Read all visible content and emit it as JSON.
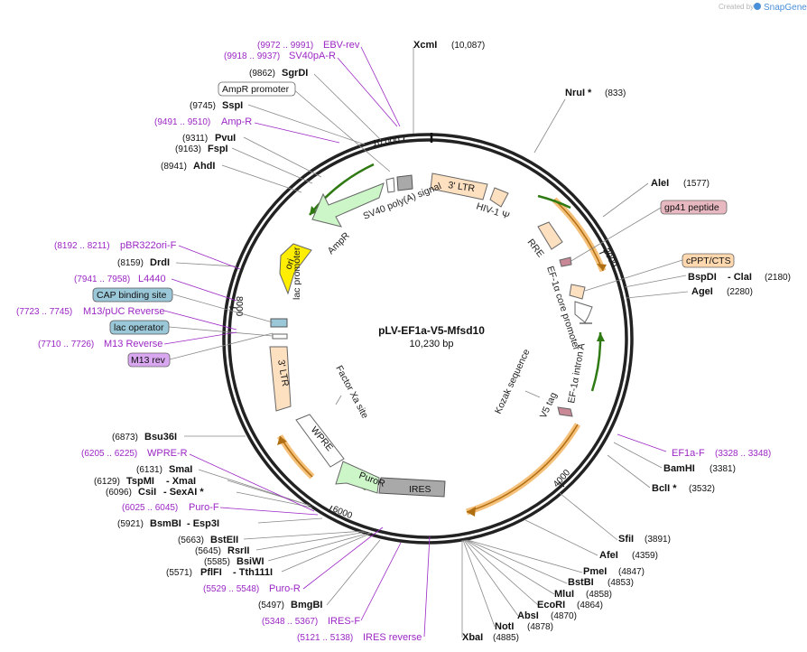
{
  "app": {
    "credit_prefix": "Created by",
    "brand": "SnapGene"
  },
  "plasmid": {
    "name": "pLV-EF1a-V5-Mfsd10",
    "size_label": "10,230 bp"
  },
  "ticks": [
    {
      "label": "10,000"
    },
    {
      "label": "2000"
    },
    {
      "label": "4000"
    },
    {
      "label": "6000"
    },
    {
      "label": "8000"
    }
  ],
  "sites": [
    {
      "name": "XcmI",
      "pos": "(10,087)"
    },
    {
      "name": "NruI *",
      "pos": "(833)"
    },
    {
      "name": "AleI",
      "pos": "(1577)"
    },
    {
      "name": "BspDI",
      "name2": "- ClaI",
      "pos": "(2180)"
    },
    {
      "name": "AgeI",
      "pos": "(2280)"
    },
    {
      "name": "BamHI",
      "pos": "(3381)"
    },
    {
      "name": "BclI *",
      "pos": "(3532)"
    },
    {
      "name": "SfiI",
      "pos": "(3891)"
    },
    {
      "name": "AfeI",
      "pos": "(4359)"
    },
    {
      "name": "PmeI",
      "pos": "(4847)"
    },
    {
      "name": "BstBI",
      "pos": "(4853)"
    },
    {
      "name": "MluI",
      "pos": "(4858)"
    },
    {
      "name": "EcoRI",
      "pos": "(4864)"
    },
    {
      "name": "AbsI",
      "pos": "(4870)"
    },
    {
      "name": "NotI",
      "pos": "(4878)"
    },
    {
      "name": "XbaI",
      "pos": "(4885)"
    },
    {
      "name": "BmgBI",
      "pos": "(5497)"
    },
    {
      "name": "PflFI",
      "name2": "- Tth111I",
      "pos": "(5571)"
    },
    {
      "name": "BsiWI",
      "pos": "(5585)"
    },
    {
      "name": "RsrII",
      "pos": "(5645)"
    },
    {
      "name": "BstEII",
      "pos": "(5663)"
    },
    {
      "name": "BsmBI",
      "name2": "- Esp3I",
      "pos": "(5921)"
    },
    {
      "name": "CsiI",
      "name2": "- SexAI *",
      "pos": "(6096)"
    },
    {
      "name": "TspMI",
      "name2": "- XmaI",
      "pos": "(6129)"
    },
    {
      "name": "SmaI",
      "pos": "(6131)"
    },
    {
      "name": "Bsu36I",
      "pos": "(6873)"
    },
    {
      "name": "DrdI",
      "pos": "(8159)"
    },
    {
      "name": "AhdI",
      "pos": "(8941)"
    },
    {
      "name": "FspI",
      "pos": "(9163)"
    },
    {
      "name": "PvuI",
      "pos": "(9311)"
    },
    {
      "name": "SspI",
      "pos": "(9745)"
    },
    {
      "name": "SgrDI",
      "pos": "(9862)"
    }
  ],
  "primers": [
    {
      "name": "EBV-rev",
      "range": "(9972 .. 9991)"
    },
    {
      "name": "SV40pA-R",
      "range": "(9918 .. 9937)"
    },
    {
      "name": "Amp-R",
      "range": "(9491 .. 9510)"
    },
    {
      "name": "pBR322ori-F",
      "range": "(8192 .. 8211)"
    },
    {
      "name": "L4440",
      "range": "(7941 .. 7958)"
    },
    {
      "name": "M13/pUC Reverse",
      "range": "(7723 .. 7745)"
    },
    {
      "name": "M13 Reverse",
      "range": "(7710 .. 7726)"
    },
    {
      "name": "EF1a-F",
      "range": "(3328 .. 3348)"
    },
    {
      "name": "WPRE-R",
      "range": "(6205 .. 6225)"
    },
    {
      "name": "Puro-F",
      "range": "(6025 .. 6045)"
    },
    {
      "name": "Puro-R",
      "range": "(5529 .. 5548)"
    },
    {
      "name": "IRES-F",
      "range": "(5348 .. 5367)"
    },
    {
      "name": "IRES reverse",
      "range": "(5121 .. 5138)"
    }
  ],
  "boxed_labels": [
    {
      "name": "AmpR promoter",
      "color": "#ffffff"
    },
    {
      "name": "gp41 peptide",
      "color": "#e8b8c0"
    },
    {
      "name": "cPPT/CTS",
      "color": "#ffd8b0"
    },
    {
      "name": "CAP binding site",
      "color": "#9bc8d8"
    },
    {
      "name": "lac operator",
      "color": "#9bc8d8"
    },
    {
      "name": "M13 rev",
      "color": "#d9a6f0"
    }
  ],
  "features": [
    {
      "name": "3' LTR",
      "color": "#fde0c0"
    },
    {
      "name": "HIV-1 Ψ"
    },
    {
      "name": "RRE"
    },
    {
      "name": "SV40 poly(A) signal"
    },
    {
      "name": "AmpR",
      "color": "#ccf5c8"
    },
    {
      "name": "ori",
      "color": "#ffee00"
    },
    {
      "name": "lac promoter"
    },
    {
      "name": "3' LTR",
      "color": "#fde0c0"
    },
    {
      "name": "Factor Xa site"
    },
    {
      "name": "WPRE"
    },
    {
      "name": "PuroR",
      "color": "#ccf5c8"
    },
    {
      "name": "IRES",
      "color": "#a9a9a9"
    },
    {
      "name": "EF-1α core promoter"
    },
    {
      "name": "EF-1α intron A"
    },
    {
      "name": "Kozak sequence"
    },
    {
      "name": "V5 tag"
    }
  ]
}
